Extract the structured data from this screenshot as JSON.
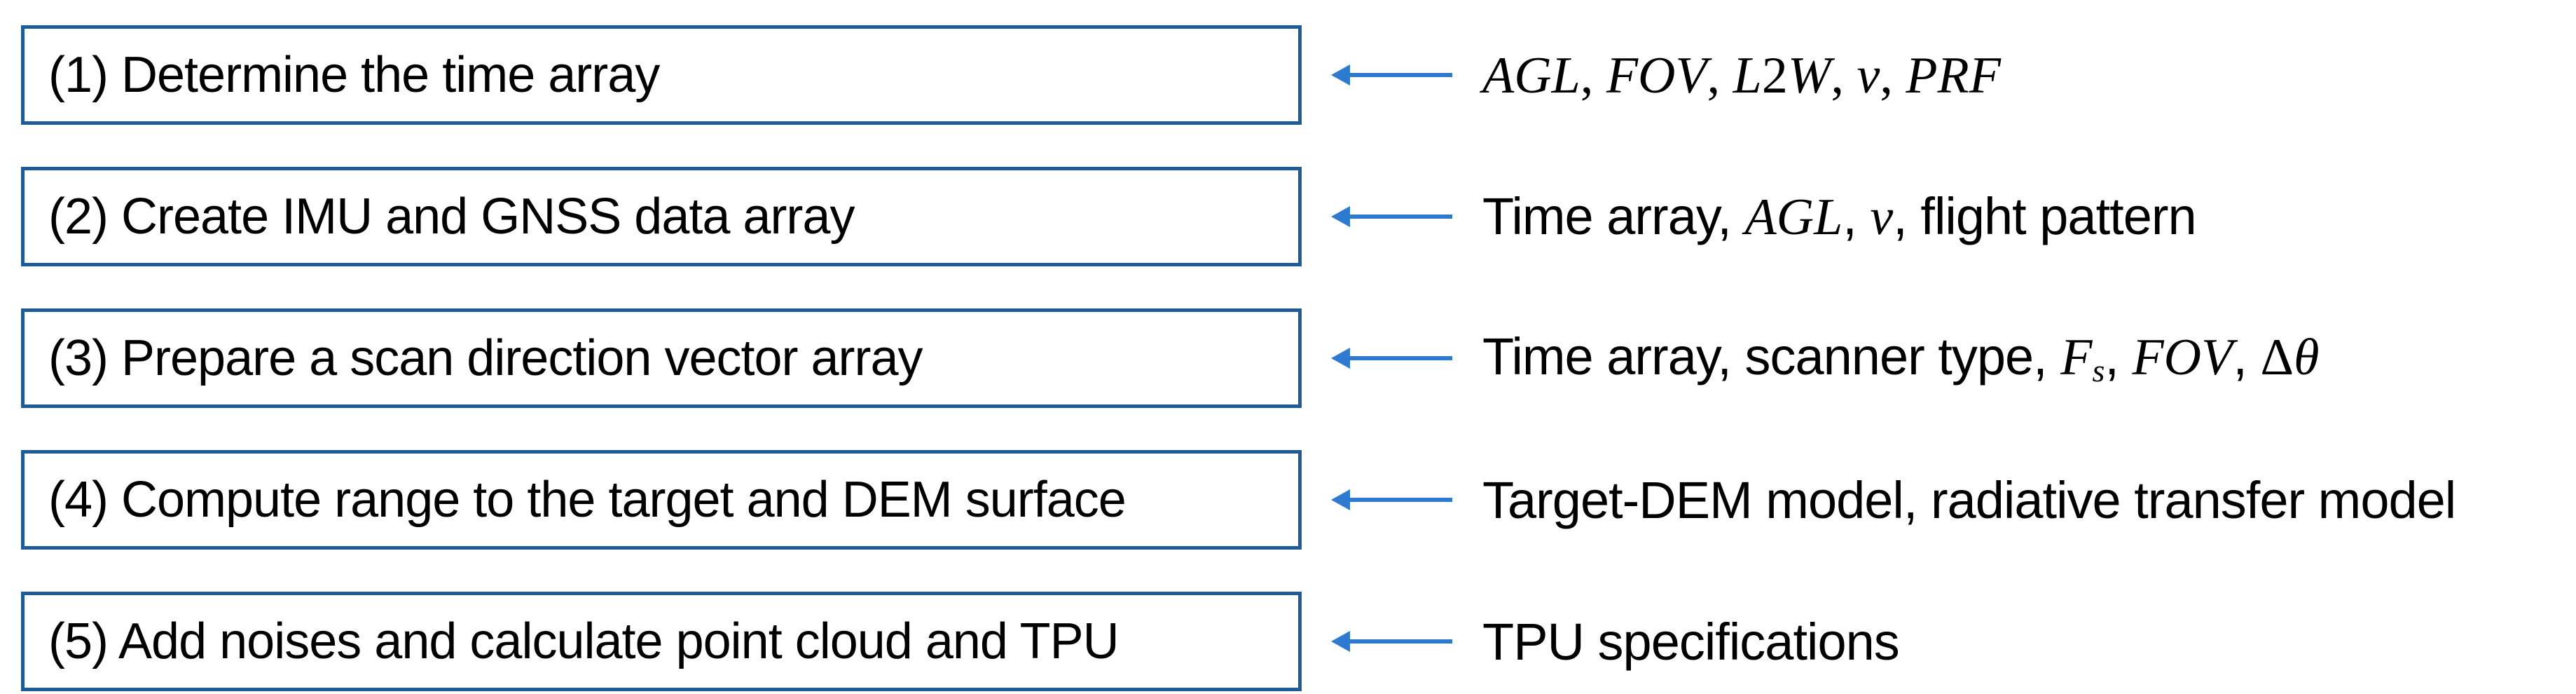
{
  "colors": {
    "box_border": "#1F5B99",
    "arrow": "#2E7AD1",
    "text": "#000000",
    "background": "#FFFFFF"
  },
  "diagram": {
    "rows": [
      {
        "step": "(1) Determine the time array",
        "inputs": [
          {
            "text": "AGL",
            "style": "math"
          },
          {
            "text": ", ",
            "style": "mathup"
          },
          {
            "text": "FOV",
            "style": "math"
          },
          {
            "text": ", ",
            "style": "mathup"
          },
          {
            "text": "L",
            "style": "math"
          },
          {
            "text": "2",
            "style": "mathup"
          },
          {
            "text": "W",
            "style": "math"
          },
          {
            "text": ", ",
            "style": "mathup"
          },
          {
            "text": "v",
            "style": "math"
          },
          {
            "text": ", ",
            "style": "mathup"
          },
          {
            "text": "PRF",
            "style": "math"
          }
        ]
      },
      {
        "step": "(2) Create IMU and GNSS data array",
        "inputs": [
          {
            "text": "Time array, ",
            "style": "plain"
          },
          {
            "text": "AGL",
            "style": "math"
          },
          {
            "text": ", ",
            "style": "plain"
          },
          {
            "text": "v",
            "style": "math"
          },
          {
            "text": ", flight pattern",
            "style": "plain"
          }
        ]
      },
      {
        "step": "(3) Prepare a scan direction vector array",
        "inputs": [
          {
            "text": "Time array, scanner type, ",
            "style": "plain"
          },
          {
            "text": "F",
            "style": "math"
          },
          {
            "text": "s",
            "style": "math",
            "subscript": true
          },
          {
            "text": ", ",
            "style": "plain"
          },
          {
            "text": "FOV",
            "style": "math"
          },
          {
            "text": ", ",
            "style": "plain"
          },
          {
            "text": "Δ",
            "style": "mathup"
          },
          {
            "text": "θ",
            "style": "math"
          }
        ]
      },
      {
        "step": "(4) Compute range to the target and DEM surface",
        "inputs": [
          {
            "text": "Target-DEM model, radiative transfer model",
            "style": "plain"
          }
        ]
      },
      {
        "step": "(5) Add noises and calculate point cloud and TPU",
        "inputs": [
          {
            "text": "TPU specifications",
            "style": "plain"
          }
        ]
      }
    ]
  }
}
